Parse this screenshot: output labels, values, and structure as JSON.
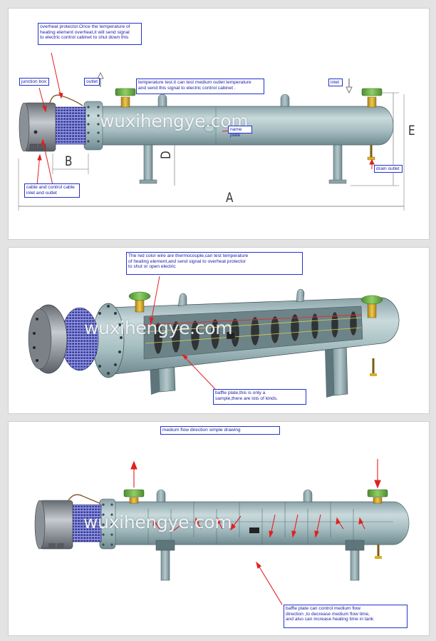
{
  "watermark": "wuxihengye.com",
  "panel1": {
    "notes": {
      "overheat": "overheat protector.Once the temperature of\nheating element overheat,it will send signal\nto electric control cabinet to shut down this",
      "junction": "junction box",
      "outlet": "outlet",
      "temperature": "temperature test.it can test medium outlet temperature\nand send this signal to electric control cabinet .",
      "inlet": "inlet",
      "nameplate": "name plate",
      "drain": "drain outlet",
      "cable": "cable and control cable\ninlet and outlet"
    },
    "dims": {
      "A": "A",
      "B": "B",
      "D": "D",
      "E": "E"
    }
  },
  "panel2": {
    "notes": {
      "thermo": "The red color wire are thermocouple,can test temperature\nof heating element,and  send signal to overheat protector\nto shut or open electric",
      "baffle": "baffle plate,this is only a\nsample,there are lots of kinds."
    }
  },
  "panel3": {
    "notes": {
      "flow": "medium flow direction simple drawing",
      "baffle": "baffle plate can control medium flow\ndirection ,to decrease medium flow time,\nand also can increase heating time in tank"
    }
  },
  "colors": {
    "body": "#a7bfc3",
    "green": "#6fb24a",
    "yellow": "#d9b02a",
    "note_border": "#2233cc",
    "arrow": "#e02020"
  }
}
